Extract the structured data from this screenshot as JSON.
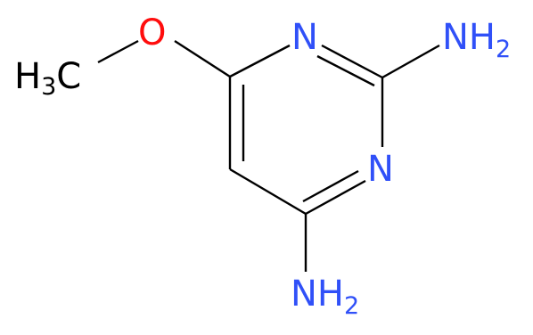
{
  "molecule": {
    "atoms": {
      "methoxy_carbon": {
        "main": "H",
        "sub": "3",
        "tail": "C"
      },
      "oxygen": {
        "main": "O"
      },
      "ring_n1": {
        "main": "N"
      },
      "ring_n3": {
        "main": "N"
      },
      "amine_top": {
        "main": "NH",
        "sub": "2"
      },
      "amine_bottom": {
        "main": "NH",
        "sub": "2"
      }
    }
  },
  "colors": {
    "nitrogen": "#3050F8",
    "oxygen": "#FF0D0D",
    "carbon": "#000000",
    "bond": "#000000",
    "background": "#ffffff"
  }
}
